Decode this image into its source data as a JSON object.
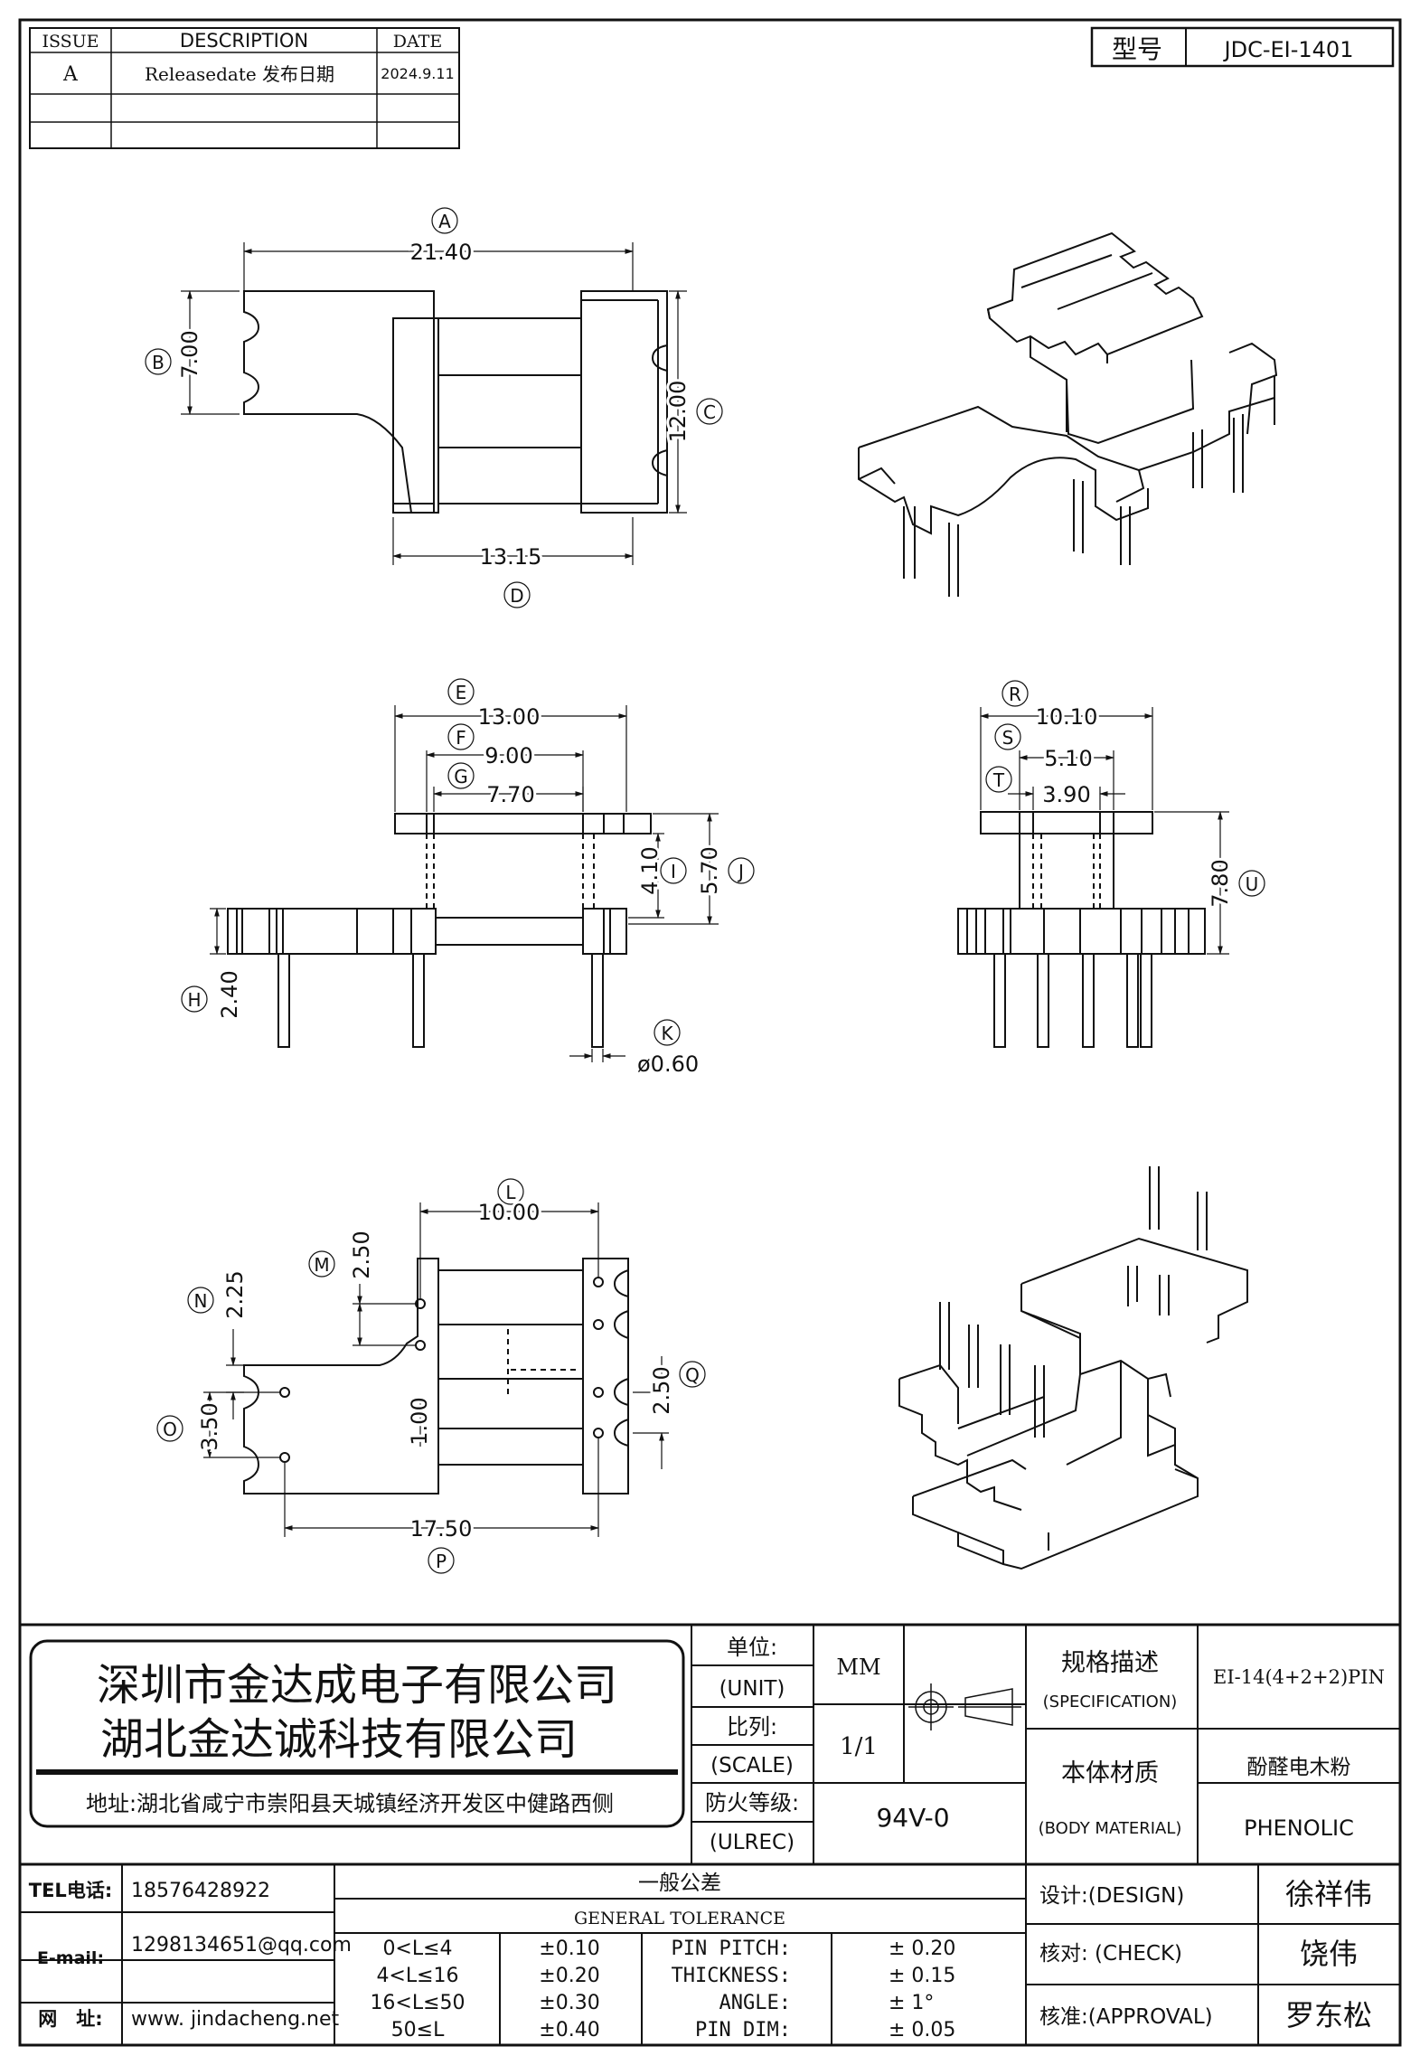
{
  "revision": {
    "headers": [
      "ISSUE",
      "DESCRIPTION",
      "DATE"
    ],
    "rows": [
      [
        "A",
        "Releasedate 发布日期",
        "2024.9.11"
      ],
      [
        "",
        "",
        ""
      ],
      [
        "",
        "",
        ""
      ]
    ]
  },
  "model": {
    "label": "型号",
    "value": "JDC-EI-1401"
  },
  "dims": {
    "A": {
      "tag": "A",
      "value": "21.40"
    },
    "B": {
      "tag": "B",
      "value": "7.00"
    },
    "C": {
      "tag": "C",
      "value": "12.00"
    },
    "D": {
      "tag": "D",
      "value": "13.15"
    },
    "E": {
      "tag": "E",
      "value": "13.00"
    },
    "F": {
      "tag": "F",
      "value": "9.00"
    },
    "G": {
      "tag": "G",
      "value": "7.70"
    },
    "H": {
      "tag": "H",
      "value": "2.40"
    },
    "I": {
      "tag": "I",
      "value": "4.10"
    },
    "J": {
      "tag": "J",
      "value": "5.70"
    },
    "K": {
      "tag": "K",
      "value": "ø0.60"
    },
    "R": {
      "tag": "R",
      "value": "10.10"
    },
    "S": {
      "tag": "S",
      "value": "5.10"
    },
    "T": {
      "tag": "T",
      "value": "3.90"
    },
    "U": {
      "tag": "U",
      "value": "7.80"
    },
    "L": {
      "tag": "L",
      "value": "10.00"
    },
    "M": {
      "tag": "M",
      "value": "2.50"
    },
    "N": {
      "tag": "N",
      "value": "2.25"
    },
    "O": {
      "tag": "O",
      "value": "3.50"
    },
    "P": {
      "tag": "P",
      "value": "17.50"
    },
    "Q": {
      "tag": "Q",
      "value": "2.50"
    },
    "X": {
      "tag": "",
      "value": "1.00"
    }
  },
  "company": {
    "name1": "深圳市金达成电子有限公司",
    "name2": "湖北金达诚科技有限公司",
    "address": "地址:湖北省咸宁市崇阳县天城镇经济开发区中健路西侧"
  },
  "spec": {
    "unit_label_cn": "单位:",
    "unit_label_en": "(UNIT)",
    "unit_value": "MM",
    "scale_label_cn": "比列:",
    "scale_label_en": "(SCALE)",
    "scale_value": "1/1",
    "fire_label_cn": "防火等级:",
    "fire_label_en": "(ULREC)",
    "fire_value": "94V-0",
    "spec_label_cn": "规格描述",
    "spec_label_en": "(SPECIFICATION)",
    "spec_value": "EI-14(4+2+2)PIN",
    "mat_label_cn": "本体材质",
    "mat_label_en": "(BODY MATERIAL)",
    "mat_value_cn": "酚醛电木粉",
    "mat_value_en": "PHENOLIC"
  },
  "contact": {
    "tel_label": "TEL电话:",
    "tel": "18576428922",
    "email_label": "E-mail:",
    "email": "1298134651@qq.com",
    "web_label": "网　址:",
    "web": "www. jindacheng.net"
  },
  "tolerance": {
    "title_cn": "一般公差",
    "title_en": "GENERAL TOLERANCE",
    "ranges": [
      "0<L≤4",
      "4<L≤16",
      "16<L≤50",
      "50≤L"
    ],
    "tols": [
      "±0.10",
      "±0.20",
      "±0.30",
      "±0.40"
    ],
    "names": [
      "PIN PITCH:",
      "THICKNESS:",
      "ANGLE:",
      "PIN DIM:"
    ],
    "vals": [
      "± 0.20",
      "± 0.15",
      "± 1°",
      "± 0.05"
    ]
  },
  "signoff": {
    "design_label": "设计:(DESIGN)",
    "design": "徐祥伟",
    "check_label": "核对: (CHECK)",
    "check": "饶伟",
    "approval_label": "核准:(APPROVAL)",
    "approval": "罗东松"
  }
}
